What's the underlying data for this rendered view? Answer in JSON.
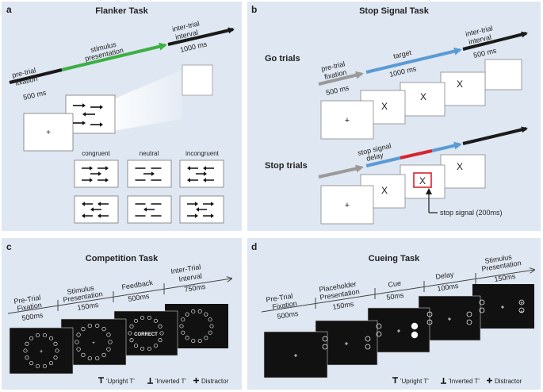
{
  "panels": {
    "a": {
      "letter": "a",
      "title": "Flanker Task",
      "steps": [
        "pre-trial",
        "fixation",
        "500 ms",
        "stimulus",
        "presentation",
        "inter-trial",
        "interval",
        "1000 ms"
      ],
      "fixation_symbol": "+",
      "conditions": [
        "congruent",
        "neutral",
        "incongruent"
      ]
    },
    "b": {
      "letter": "b",
      "title": "Stop Signal Task",
      "go_label": "Go trials",
      "stop_label": "Stop trials",
      "go_steps": [
        "pre-trial",
        "fixation",
        "500 ms",
        "target",
        "1000 ms",
        "inter-trial",
        "interval",
        "500 ms"
      ],
      "stop_steps": [
        "stop signal",
        "delay"
      ],
      "target_symbol": "X",
      "fixation_symbol": "+",
      "stop_signal_note": "stop signal (200ms)"
    },
    "c": {
      "letter": "c",
      "title": "Competition Task",
      "steps": [
        {
          "line1": "Pre-Trial",
          "line2": "Fixation",
          "dur": "500ms"
        },
        {
          "line1": "Stimulus",
          "line2": "Presentation",
          "dur": "150ms"
        },
        {
          "line1": "Feedback",
          "line2": "",
          "dur": "500ms"
        },
        {
          "line1": "Inter-Trial",
          "line2": "Interval",
          "dur": "750ms"
        }
      ],
      "feedback_text": "CORRECT",
      "legend": [
        "'Upright T'",
        "'Inverted T'",
        "Distractor"
      ]
    },
    "d": {
      "letter": "d",
      "title": "Cueing Task",
      "steps": [
        {
          "line1": "Pre-Trial",
          "line2": "Fixation",
          "dur": "500ms"
        },
        {
          "line1": "Placeholder",
          "line2": "Presentation",
          "dur": "150ms"
        },
        {
          "line1": "Cue",
          "line2": "",
          "dur": "50ms"
        },
        {
          "line1": "Delay",
          "line2": "",
          "dur": "100ms"
        },
        {
          "line1": "Stimulus",
          "line2": "Presentation",
          "dur": "150ms"
        }
      ],
      "legend": [
        "'Upright T'",
        "'Inverted T'",
        "Distractor"
      ]
    }
  },
  "colors": {
    "panel_bg": "#dfe7f2",
    "green_arrow": "#3cb043",
    "blue_arrow": "#5b9bd5",
    "red_segment": "#d9232e",
    "gray_arrow": "#9a9a9a",
    "dark_arrow": "#1a1a1a"
  }
}
